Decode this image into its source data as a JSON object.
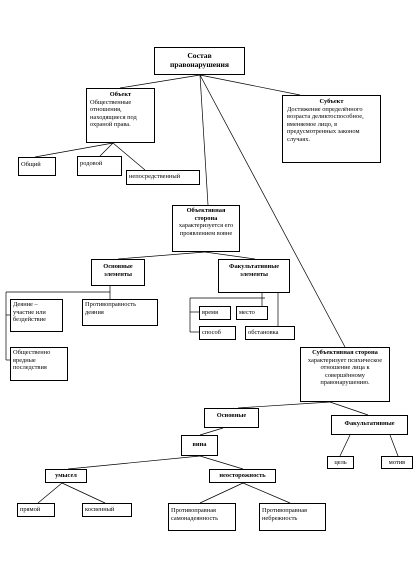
{
  "root": {
    "title": "Состав правонарушения"
  },
  "object": {
    "title": "Объект",
    "desc": "Общественные отношения, находящиеся под охраной права."
  },
  "object_kinds": [
    {
      "label": "Общий"
    },
    {
      "label": "родовой"
    },
    {
      "label": "непосредственный"
    }
  ],
  "subject": {
    "title": "Субъект",
    "desc": "Достижение определённого возраста деликтоспособное, вменяемое лицо, в предусмотренных законом случаях."
  },
  "objective": {
    "title": "Объективная сторона",
    "desc": "характеризуется его проявлением вовне"
  },
  "objective_main": {
    "title": "Основные элементы",
    "items": [
      {
        "label": "Деяние – участие или бездействие"
      },
      {
        "label": "Общественно вредные последствия"
      },
      {
        "label": "Противоправность деяния"
      }
    ]
  },
  "objective_optional": {
    "title": "Факультативные элементы",
    "items": [
      {
        "label": "время"
      },
      {
        "label": "место"
      },
      {
        "label": "способ"
      },
      {
        "label": "обстановка"
      }
    ]
  },
  "subjective": {
    "title": "Субъективная сторона",
    "desc": "характеризует психическое отношение лица к совершённому правонарушению."
  },
  "subjective_main": {
    "title": "Основные"
  },
  "guilt": {
    "title": "вина"
  },
  "intent": {
    "title": "умысел",
    "items": [
      {
        "label": "прямой"
      },
      {
        "label": "косвенный"
      }
    ]
  },
  "negligence": {
    "title": "неосторожность",
    "items": [
      {
        "label": "Противоправная самонадеянность"
      },
      {
        "label": "Противоправная небрежность"
      }
    ]
  },
  "subjective_optional": {
    "title": "Факультативные",
    "items": [
      {
        "label": "цель"
      },
      {
        "label": "мотив"
      }
    ]
  }
}
